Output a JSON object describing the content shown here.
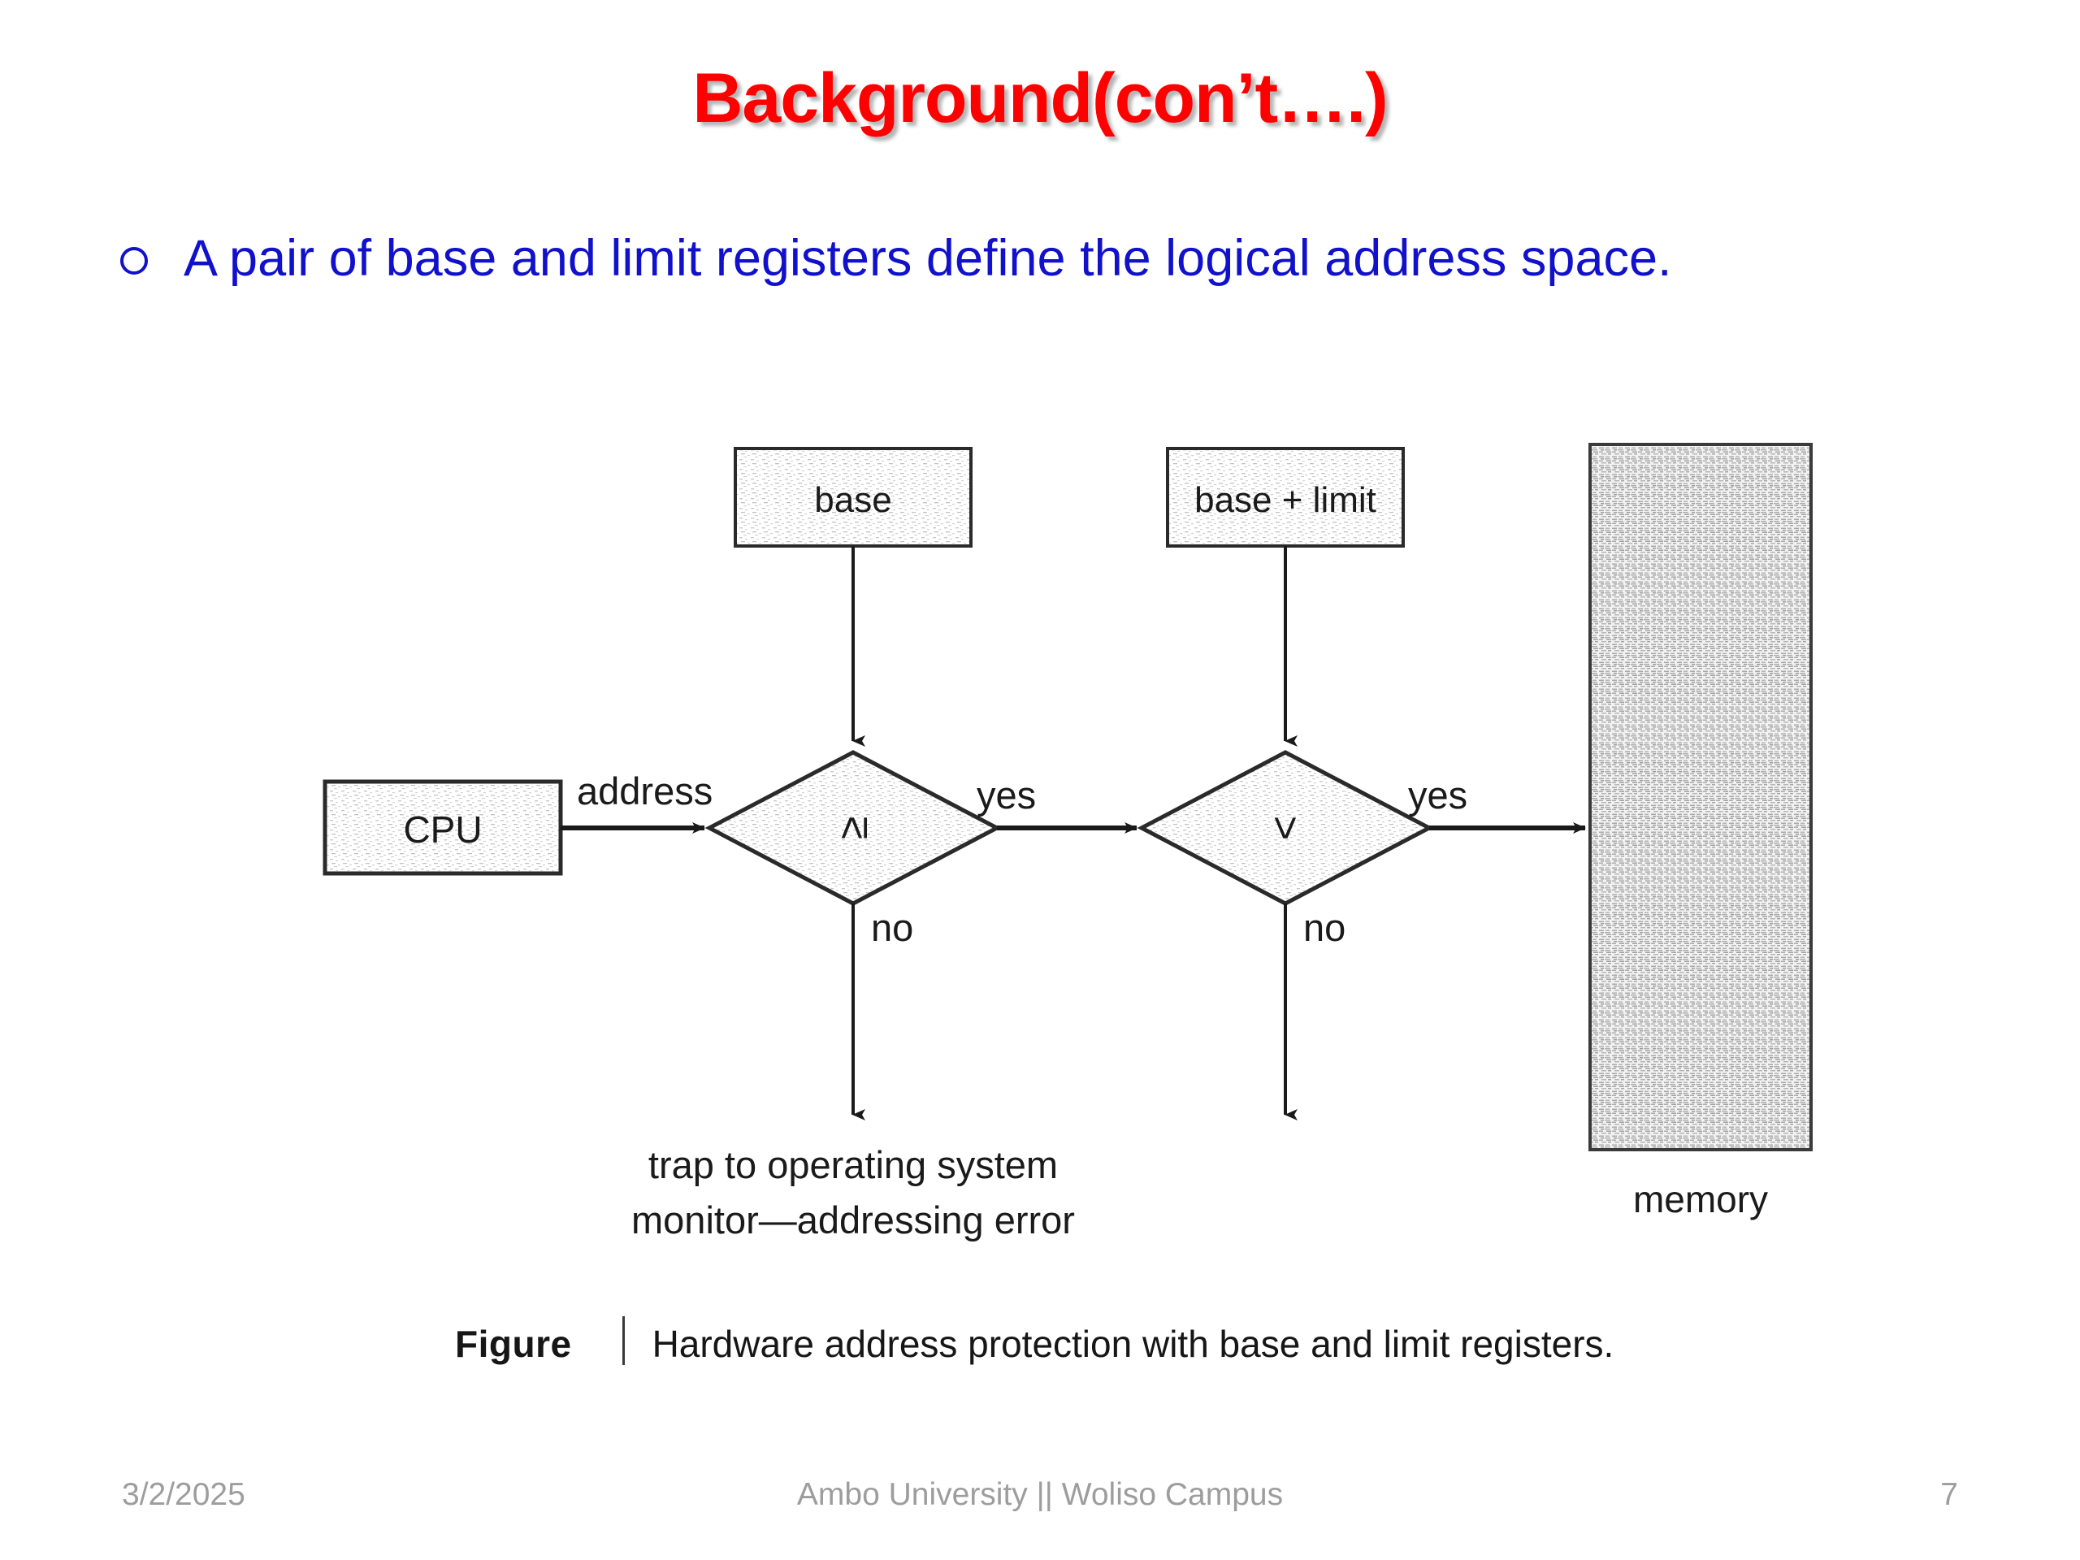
{
  "slide": {
    "title": "Background(con’t….)",
    "title_color": "#FF0000",
    "bullet_marker": "circle-outline-bullet",
    "bullet_text": "A pair of base and limit registers define the logical address space.",
    "bullet_color": "#1111CC",
    "background_color": "#FFFFFF"
  },
  "figure": {
    "caption_word": "Figure",
    "caption_text": "Hardware address protection with base and limit registers.",
    "nodes": {
      "cpu": "CPU",
      "base_register": "base",
      "base_plus_limit_register": "base + limit",
      "memory": "memory",
      "decision_one": "≥",
      "decision_two": "<"
    },
    "edge_labels": {
      "address": "address",
      "yes_one": "yes",
      "no_one": "no",
      "yes_two": "yes",
      "no_two": "no"
    },
    "trap_line_one": "trap to operating system",
    "trap_line_two": "monitor—addressing error"
  },
  "footer": {
    "date": "3/2/2025",
    "center": "Ambo University || Woliso Campus",
    "page": "7",
    "color": "#9D9D9D"
  }
}
